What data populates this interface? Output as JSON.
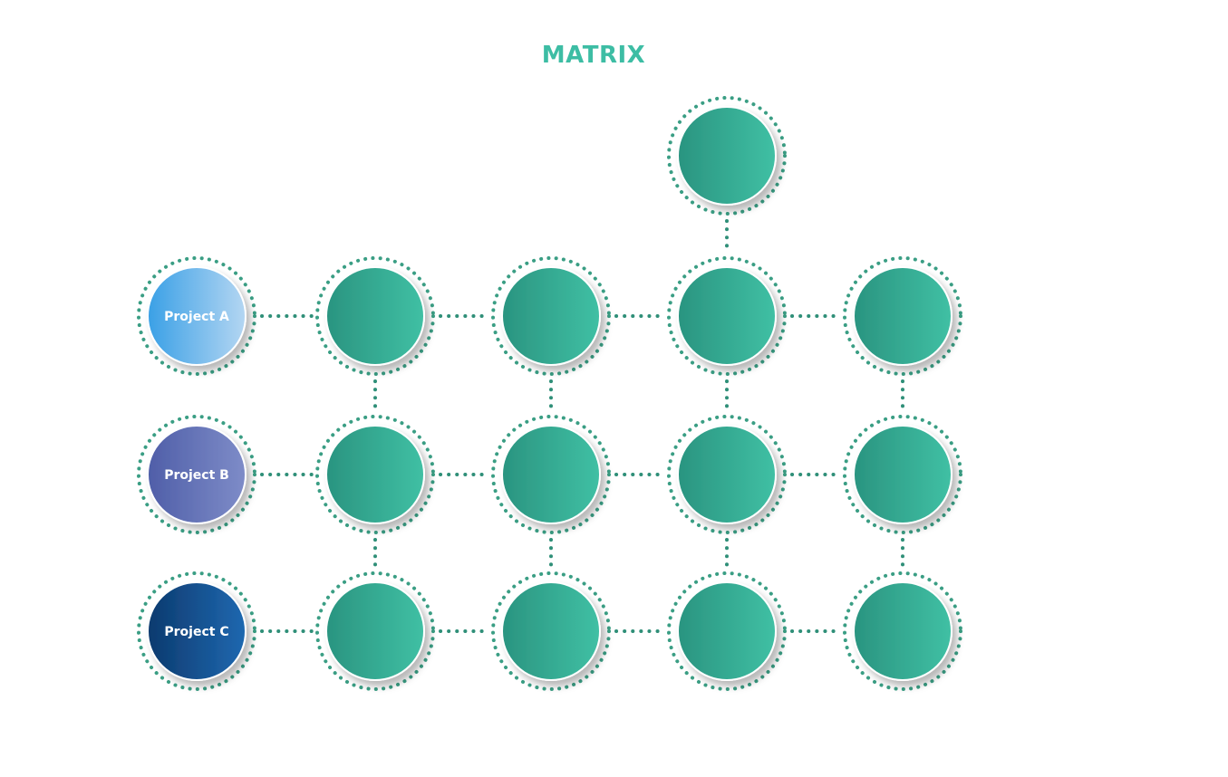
{
  "title": "MATRIX",
  "colors": {
    "title": "#3dbda4",
    "node_dark": "#2a9480",
    "node_light": "#40c0a4",
    "dots": "#3a9e84",
    "connector": "#2f8f78",
    "project_a_dark": "#3aa0e6",
    "project_a_light": "#b4d6f2",
    "project_b_dark": "#4f5ea8",
    "project_b_light": "#7e8cc8",
    "project_c_dark": "#0c3a6e",
    "project_c_light": "#1f68b0"
  },
  "projects": [
    {
      "label": "Project A"
    },
    {
      "label": "Project B"
    },
    {
      "label": "Project C"
    }
  ],
  "columns": 4,
  "top_node_column": 3
}
